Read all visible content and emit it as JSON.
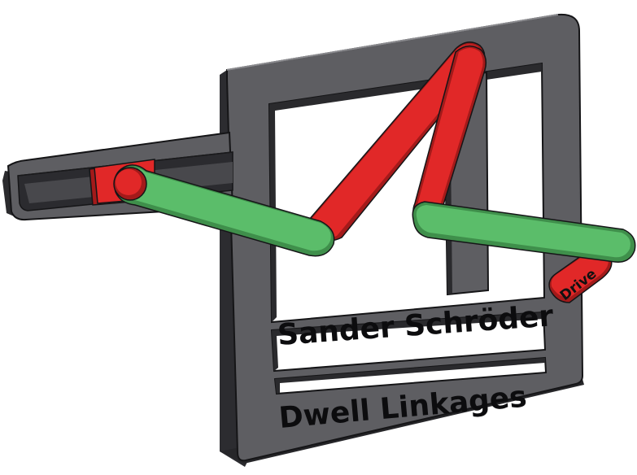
{
  "labels": {
    "author": "Sander Schröder",
    "title": "Dwell Linkages",
    "drive": "Drive"
  },
  "colors": {
    "frame_face": "#5e5e62",
    "frame_side": "#2c2c30",
    "frame_edge": "#151517",
    "link_green": "#5bbd6a",
    "link_green_side": "#3f8f4b",
    "link_red": "#e12828",
    "link_red_side": "#a31a1a"
  }
}
